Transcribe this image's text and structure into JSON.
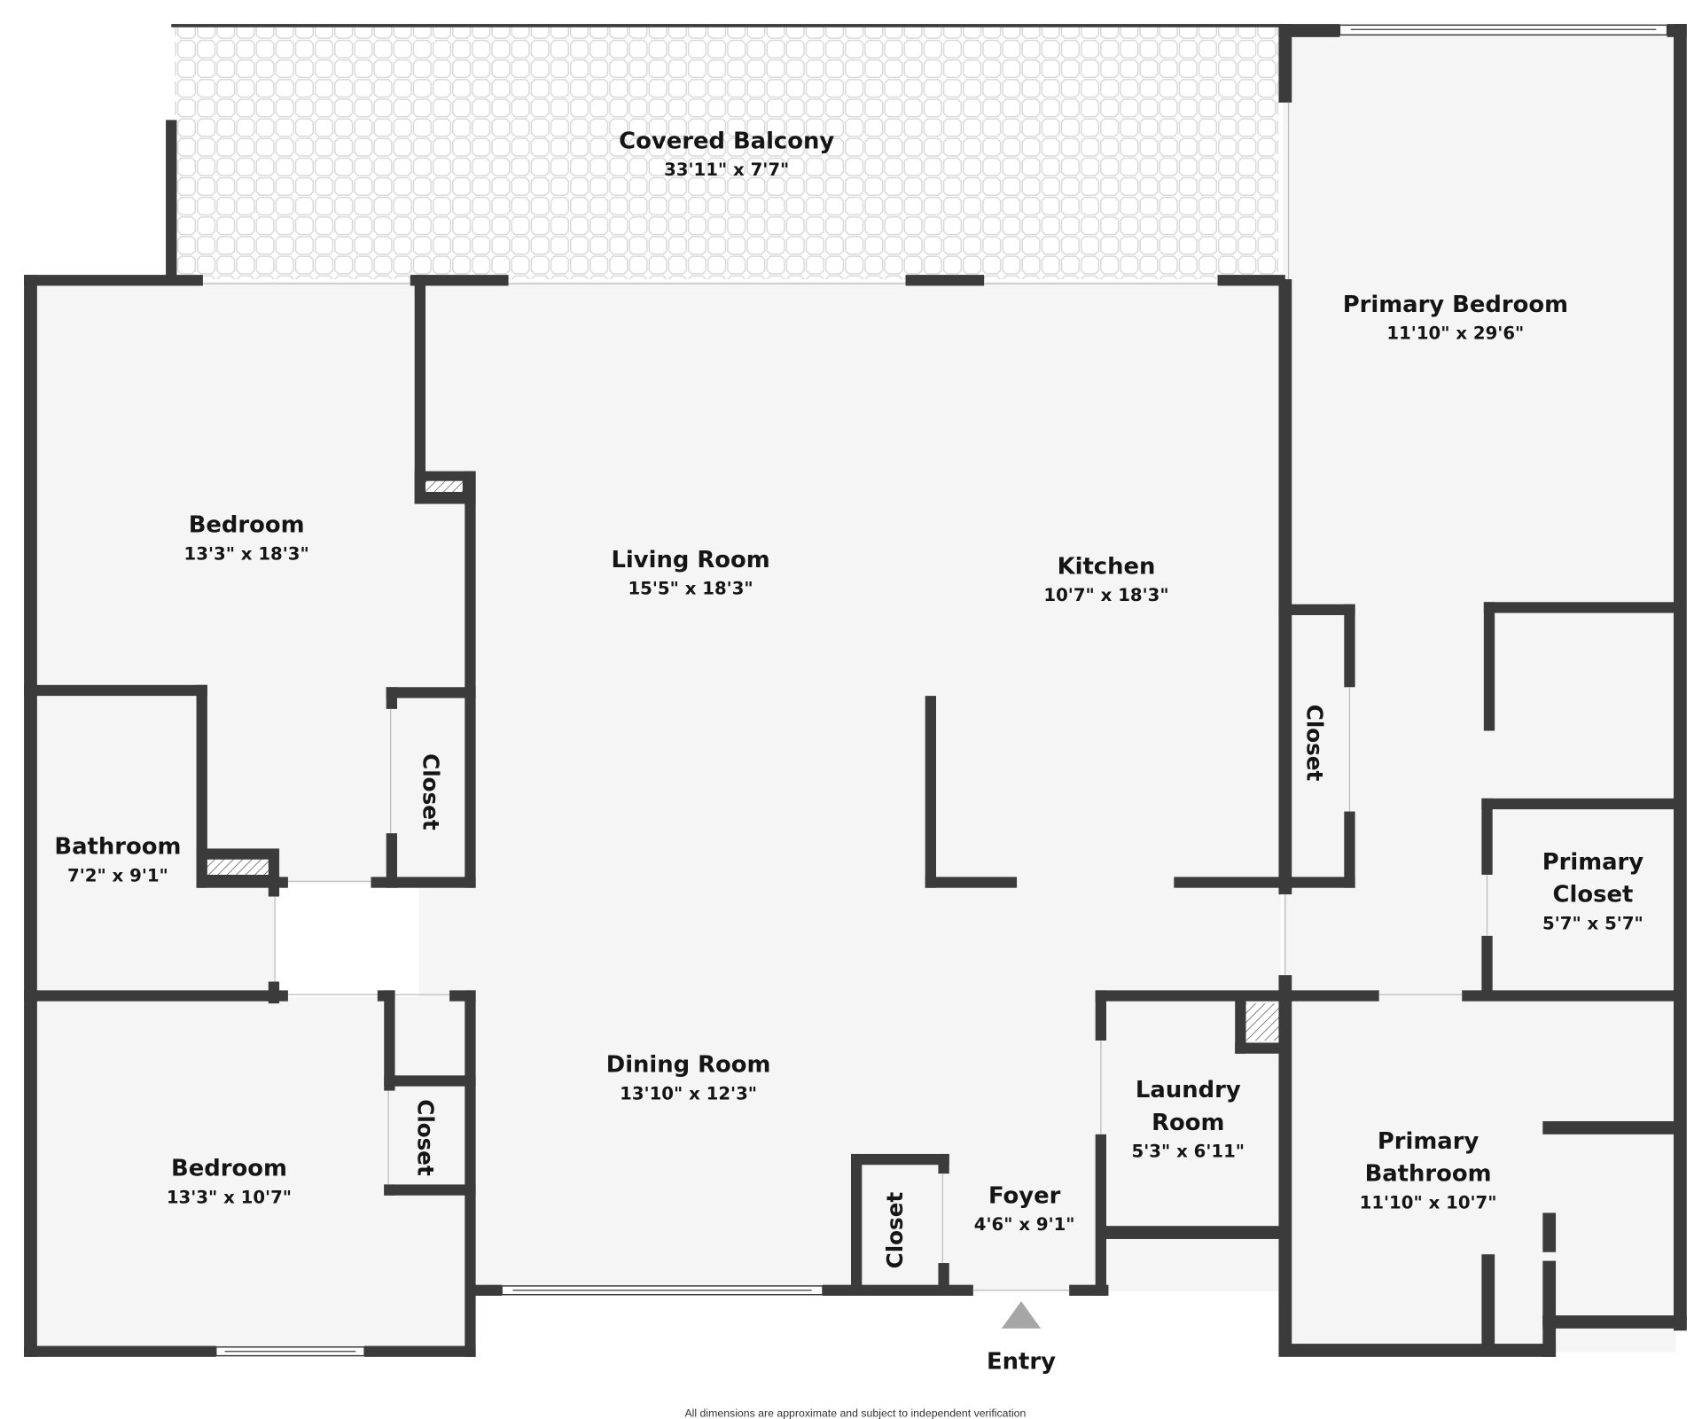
{
  "floorplan": {
    "rooms": {
      "covered_balcony": {
        "name": "Covered Balcony",
        "dims": "33'11\" x 7'7\""
      },
      "primary_bedroom": {
        "name": "Primary Bedroom",
        "dims": "11'10\" x 29'6\""
      },
      "bedroom_1": {
        "name": "Bedroom",
        "dims": "13'3\" x 18'3\""
      },
      "living_room": {
        "name": "Living Room",
        "dims": "15'5\" x 18'3\""
      },
      "kitchen": {
        "name": "Kitchen",
        "dims": "10'7\" x 18'3\""
      },
      "bathroom": {
        "name": "Bathroom",
        "dims": "7'2\" x 9'1\""
      },
      "primary_closet": {
        "name_line1": "Primary",
        "name_line2": "Closet",
        "dims": "5'7\" x 5'7\""
      },
      "dining_room": {
        "name": "Dining Room",
        "dims": "13'10\" x 12'3\""
      },
      "laundry_room": {
        "name_line1": "Laundry",
        "name_line2": "Room",
        "dims": "5'3\" x 6'11\""
      },
      "bedroom_2": {
        "name": "Bedroom",
        "dims": "13'3\" x 10'7\""
      },
      "primary_bathroom": {
        "name_line1": "Primary",
        "name_line2": "Bathroom",
        "dims": "11'10\" x 10'7\""
      },
      "foyer": {
        "name": "Foyer",
        "dims": "4'6\" x 9'1\""
      }
    },
    "closets": {
      "bedroom_1_closet": "Closet",
      "kitchen_closet": "Closet",
      "bedroom_2_closet": "Closet",
      "entry_closet": "Closet"
    },
    "entry": {
      "label": "Entry",
      "marker_color": "#a6a6a6"
    },
    "disclaimer": "All dimensions are approximate and subject to independent verification",
    "colors": {
      "wall": "#3b3b3b",
      "floor": "#f5f5f5",
      "balcony_pattern": "#d9d9d9"
    }
  }
}
